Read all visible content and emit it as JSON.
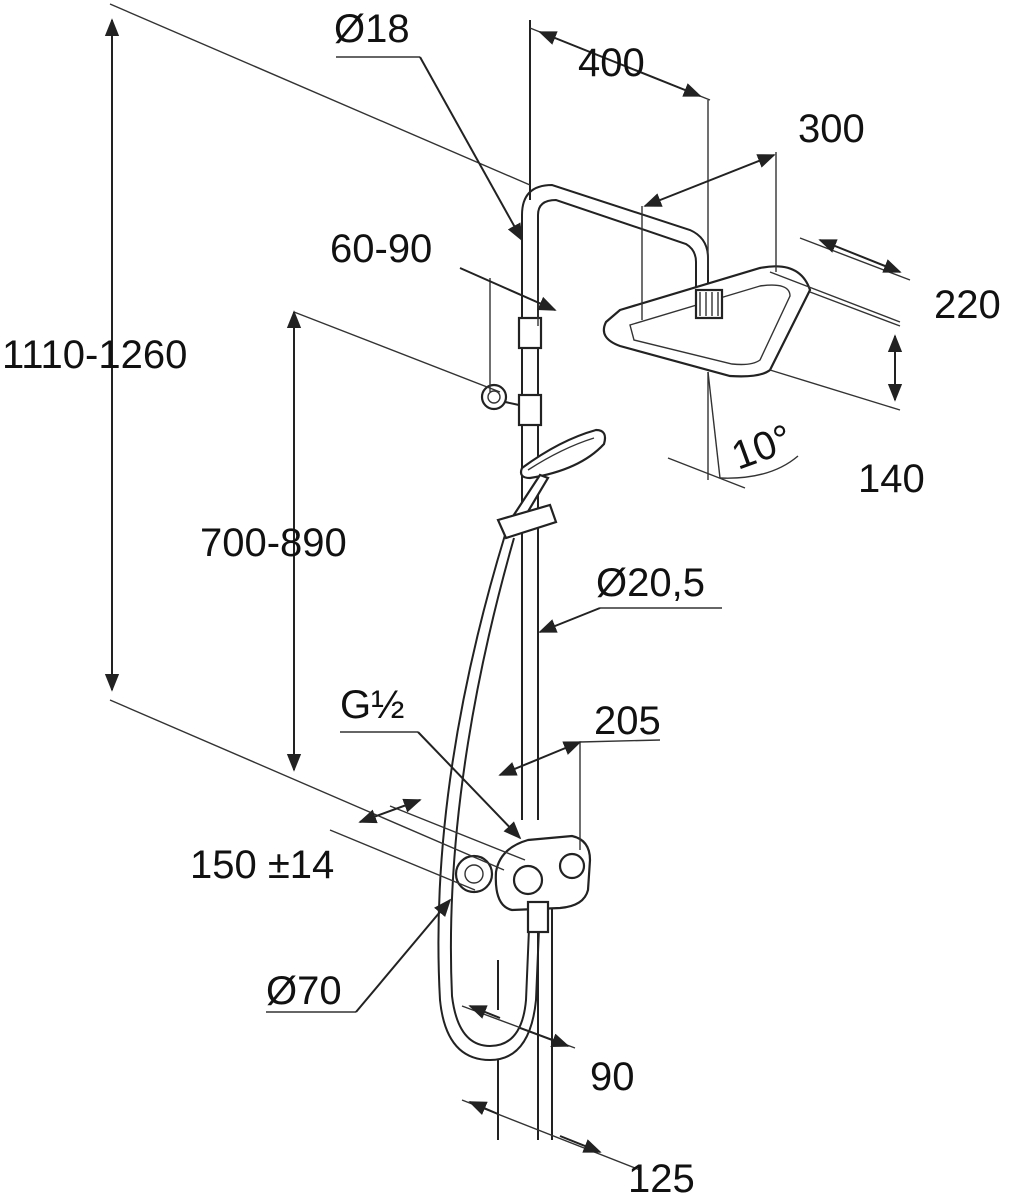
{
  "diagram": {
    "labels": {
      "pipe_diameter_top": "Ø18",
      "arm_reach": "400",
      "head_width": "300",
      "head_depth": "220",
      "head_height": "140",
      "head_tilt": "10°",
      "slide_range": "60-90",
      "total_height": "1110-1260",
      "handshower_height": "700-890",
      "pipe_diameter_main": "Ø20,5",
      "thread": "G½",
      "valve_projection": "205",
      "centers": "150 ±14",
      "rosette_diameter": "Ø70",
      "wall_offset_1": "90",
      "wall_offset_2": "125"
    },
    "colors": {
      "line": "#222222",
      "background": "#ffffff"
    }
  }
}
